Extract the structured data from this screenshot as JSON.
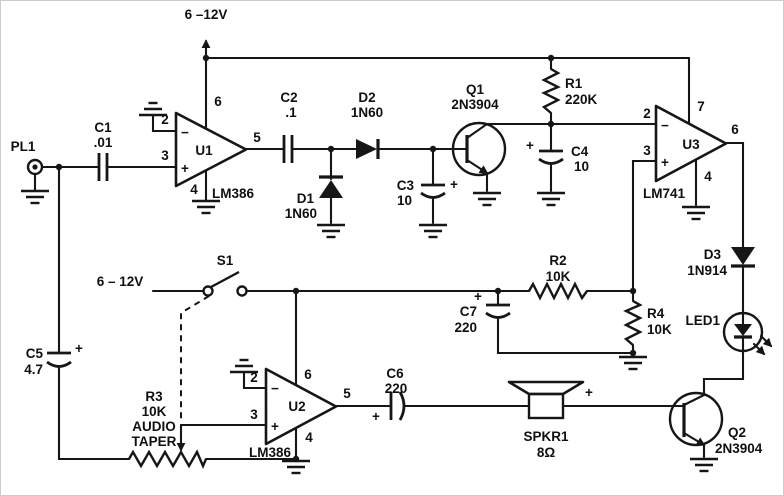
{
  "power": {
    "top_label": "6 –12V",
    "switched_label": "6 – 12V"
  },
  "signs": {
    "plus": "+",
    "minus": "−"
  },
  "components": {
    "pl1": {
      "ref": "PL1"
    },
    "s1": {
      "ref": "S1"
    },
    "u1": {
      "ref": "U1",
      "part": "LM386",
      "pins": {
        "inv": "2",
        "noninv": "3",
        "gnd": "4",
        "out": "5",
        "vcc": "6"
      }
    },
    "u2": {
      "ref": "U2",
      "part": "LM386",
      "pins": {
        "inv": "2",
        "noninv": "3",
        "gnd": "4",
        "out": "5",
        "vcc": "6"
      }
    },
    "u3": {
      "ref": "U3",
      "part": "LM741",
      "pins": {
        "inv": "2",
        "noninv": "3",
        "gnd": "4",
        "out": "6",
        "vcc": "7"
      }
    },
    "c1": {
      "ref": "C1",
      "value": ".01"
    },
    "c2": {
      "ref": "C2",
      "value": ".1"
    },
    "c3": {
      "ref": "C3",
      "value": "10"
    },
    "c4": {
      "ref": "C4",
      "value": "10"
    },
    "c5": {
      "ref": "C5",
      "value": "4.7"
    },
    "c6": {
      "ref": "C6",
      "value": "220"
    },
    "c7": {
      "ref": "C7",
      "value": "220"
    },
    "r1": {
      "ref": "R1",
      "value": "220K"
    },
    "r2": {
      "ref": "R2",
      "value": "10K"
    },
    "r3": {
      "ref": "R3",
      "value": "10K",
      "note1": "AUDIO",
      "note2": "TAPER"
    },
    "r4": {
      "ref": "R4",
      "value": "10K"
    },
    "d1": {
      "ref": "D1",
      "part": "1N60"
    },
    "d2": {
      "ref": "D2",
      "part": "1N60"
    },
    "d3": {
      "ref": "D3",
      "part": "1N914"
    },
    "led1": {
      "ref": "LED1"
    },
    "q1": {
      "ref": "Q1",
      "part": "2N3904"
    },
    "q2": {
      "ref": "Q2",
      "part": "2N3904"
    },
    "spkr1": {
      "ref": "SPKR1",
      "value": "8Ω"
    }
  }
}
